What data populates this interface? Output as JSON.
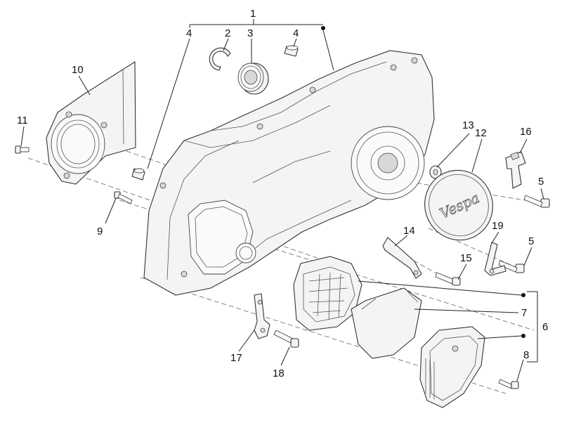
{
  "callouts": {
    "c1": "1",
    "c2": "2",
    "c3": "3",
    "c4a": "4",
    "c4b": "4",
    "c5a": "5",
    "c5b": "5",
    "c6": "6",
    "c7": "7",
    "c8": "8",
    "c9": "9",
    "c10": "10",
    "c11": "11",
    "c12": "12",
    "c13": "13",
    "c14": "14",
    "c15": "15",
    "c16": "16",
    "c17": "17",
    "c18": "18",
    "c19": "19"
  },
  "cover_logo": "Vespa"
}
